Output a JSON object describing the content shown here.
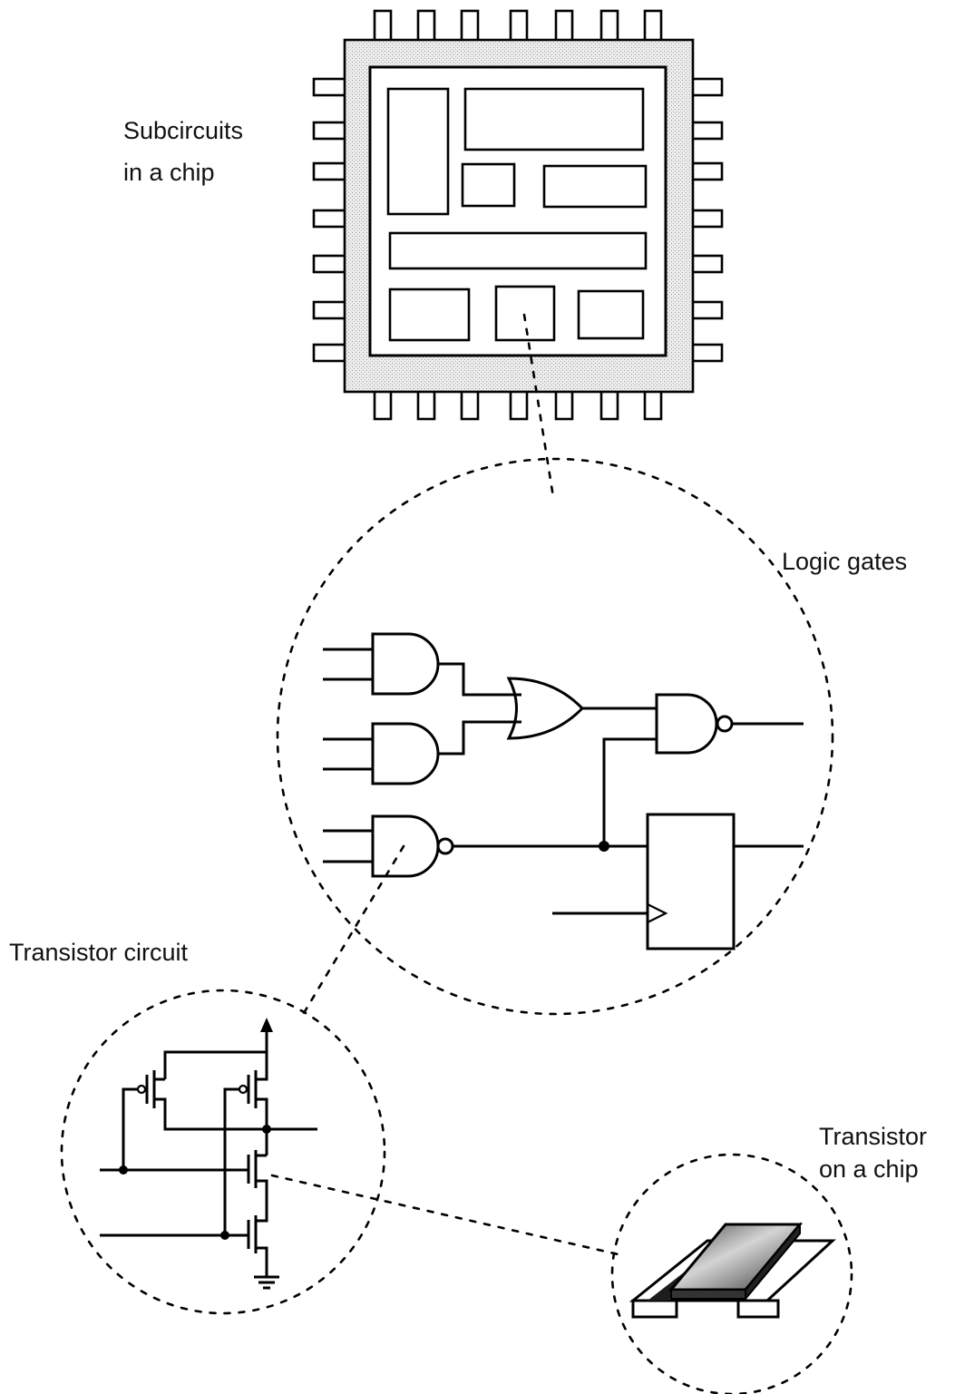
{
  "labels": {
    "subcircuits_line1": "Subcircuits",
    "subcircuits_line2": "in a chip",
    "logic_gates": "Logic gates",
    "transistor_circuit": "Transistor circuit",
    "transistor_chip_line1": "Transistor",
    "transistor_chip_line2": "on a chip"
  },
  "colors": {
    "line": "#000000",
    "package_fill": "#e2e2e2",
    "die_fill": "#ffffff",
    "transistor_dark": "#2a2a2a",
    "transistor_gradient_light": "#cfcfcf"
  }
}
